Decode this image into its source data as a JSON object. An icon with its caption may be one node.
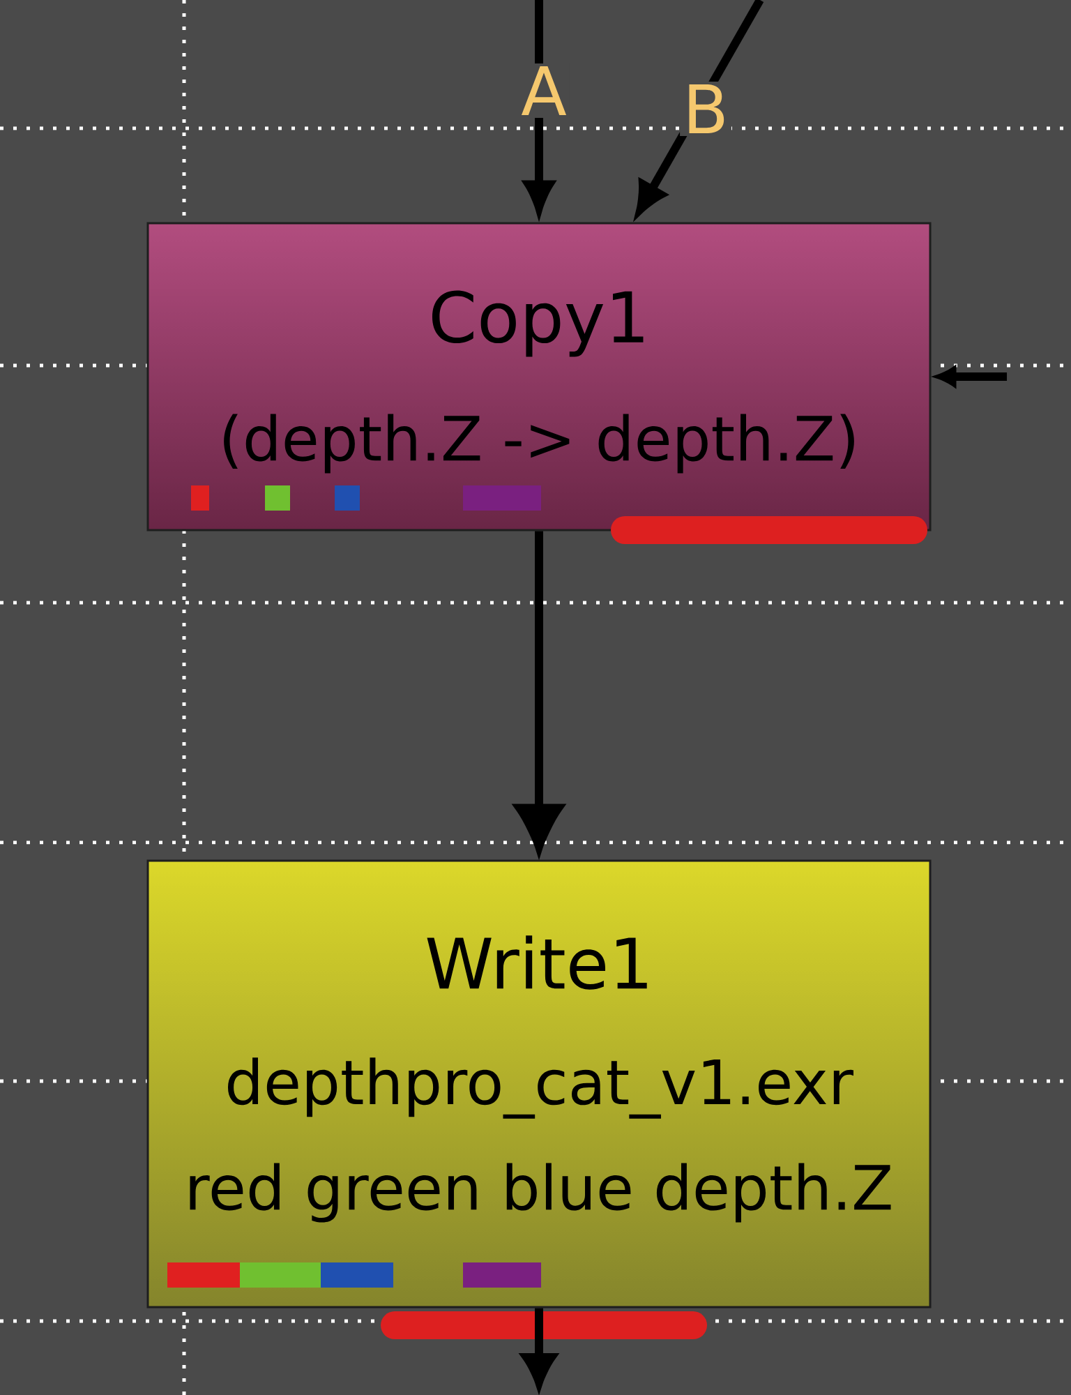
{
  "diagram": {
    "nodes": [
      {
        "text": [
          "Copy1",
          "(depth.Z -> depth.Z)"
        ]
      },
      {
        "text": [
          "Write1",
          "depthpro_cat_v1.exr",
          "red green blue depth.Z"
        ]
      }
    ],
    "edges": [
      {
        "from": null,
        "to": 0,
        "arrow": "to",
        "label": "A"
      },
      {
        "from": null,
        "to": 0,
        "arrow": "to",
        "label": "B"
      },
      {
        "from": null,
        "to": 0,
        "arrow": "to"
      },
      {
        "from": 0,
        "to": 1,
        "arrow": "to"
      },
      {
        "from": 1,
        "to": null,
        "arrow": "to"
      }
    ]
  }
}
